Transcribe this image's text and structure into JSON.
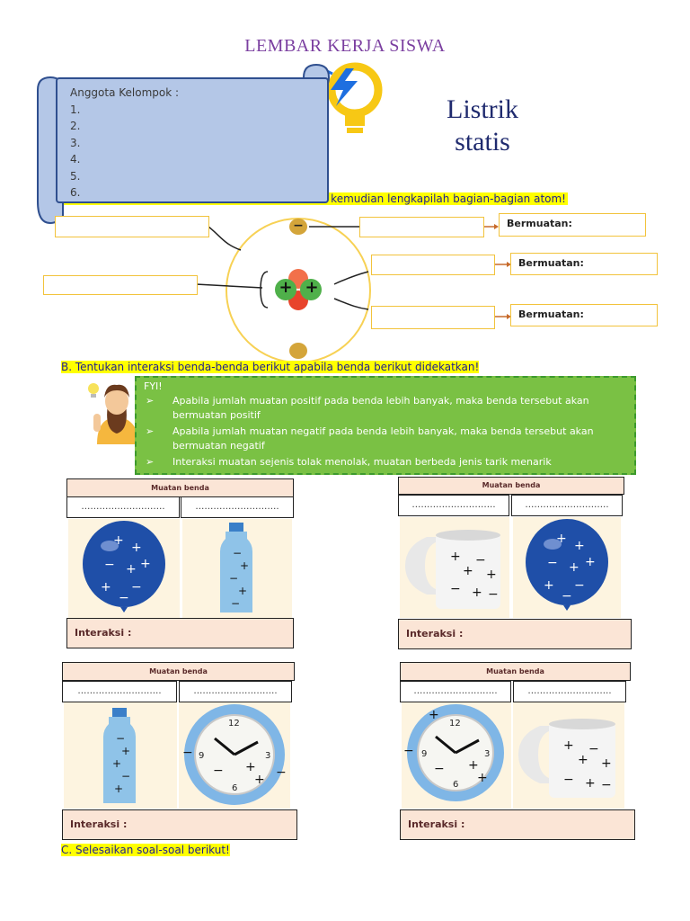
{
  "header": {
    "title": "LEMBAR KERJA SISWA"
  },
  "topic": {
    "line1": "Listrik",
    "line2": "statis"
  },
  "group": {
    "label": "Anggota Kelompok :",
    "numbers": [
      "1.",
      "2.",
      "3.",
      "4.",
      "5.",
      "6."
    ]
  },
  "section_a": {
    "instruction_visible": "kemudian lengkapilah bagian-bagian atom!"
  },
  "atom": {
    "charge_label": "Bermuatan:",
    "electron_symbol": "−",
    "proton_symbol": "+"
  },
  "section_b": {
    "instruction": "B.   Tentukan interaksi benda-benda berikut apabila benda berikut didekatkan!"
  },
  "fyi": {
    "title": "FYI!",
    "items": [
      "Apabila jumlah muatan positif pada benda lebih banyak, maka benda tersebut akan bermuatan positif",
      "Apabila jumlah muatan negatif pada benda lebih banyak, maka benda tersebut akan bermuatan negatif",
      "Interaksi muatan sejenis tolak menolak, muatan berbeda jenis tarik menarik"
    ]
  },
  "cards": {
    "header": "Muatan benda",
    "dots": "……………………….",
    "interaksi": "Interaksi :"
  },
  "section_c": {
    "instruction": "C.   Selesaikan soal-soal berikut!"
  },
  "colors": {
    "accent_purple": "#7b3fa0",
    "highlight": "#ffff00",
    "fyi_green": "#7ac144",
    "card_bg": "#fbe5d6"
  }
}
